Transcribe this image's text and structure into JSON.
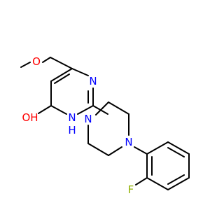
{
  "atoms": {
    "methoxy_o": {
      "label": "O",
      "color": "#ff0000"
    },
    "ring_n_top": {
      "label": "N",
      "color": "#0000ff"
    },
    "ring_nh": {
      "label": "N",
      "color": "#0000ff"
    },
    "ring_nh_h": {
      "label": "H",
      "color": "#0000ff"
    },
    "hydroxy_o": {
      "label": "OH",
      "color": "#ff0000"
    },
    "pip_n_upper": {
      "label": "N",
      "color": "#0000ff"
    },
    "pip_n_lower": {
      "label": "N",
      "color": "#0000ff"
    },
    "fluorine": {
      "label": "F",
      "color": "#8fb000"
    }
  }
}
